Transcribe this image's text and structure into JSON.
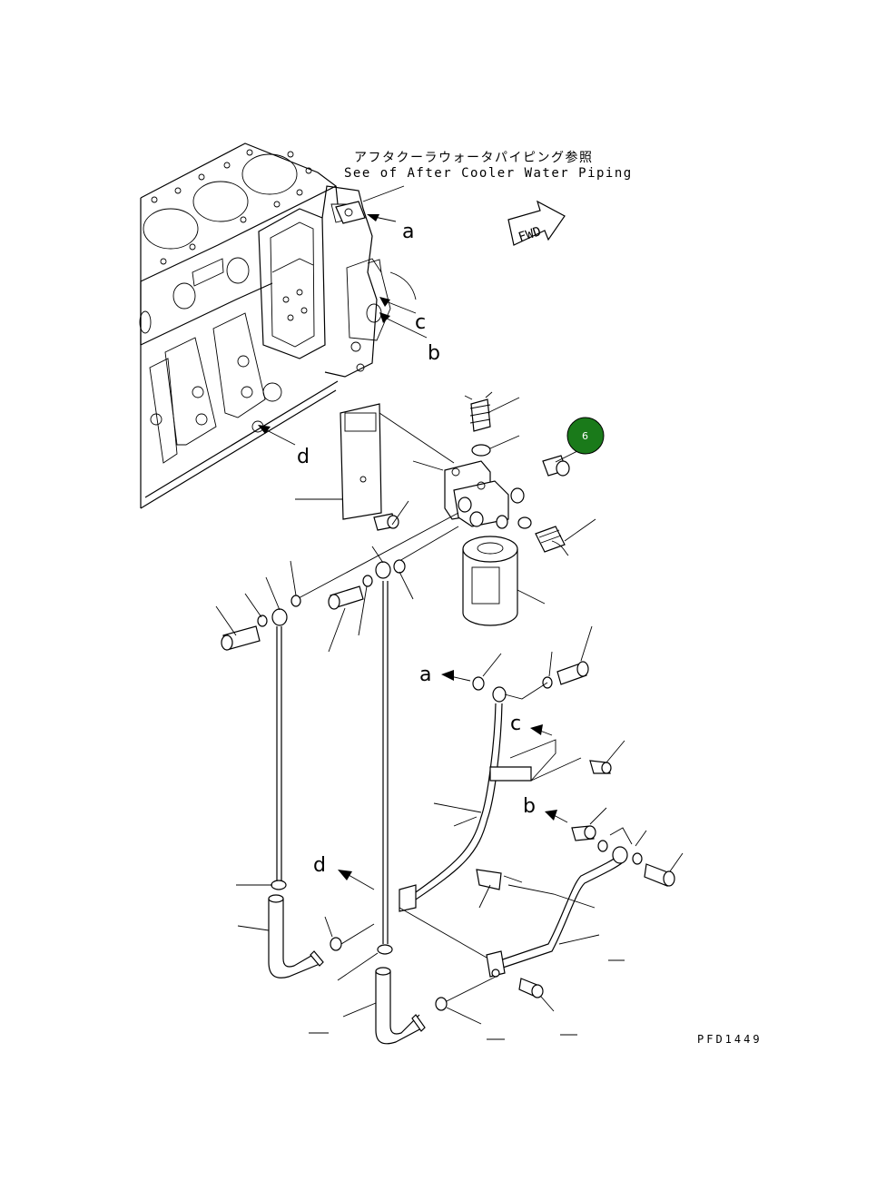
{
  "reference_note": {
    "jp": "アフタクーラウォータパイピング参照",
    "en": "See of After Cooler Water Piping"
  },
  "fwd_label": "FWD",
  "callouts": {
    "a_top": "a",
    "c_top": "c",
    "b_top": "b",
    "d_top": "d",
    "a_bottom": "a",
    "c_bottom": "c",
    "b_bottom": "b",
    "d_bottom": "d"
  },
  "badge": {
    "number": "6",
    "color": "#1a7a1a"
  },
  "drawing_code": "PFD1449",
  "colors": {
    "line": "#000000",
    "background": "#ffffff",
    "badge": "#1a7a1a"
  }
}
